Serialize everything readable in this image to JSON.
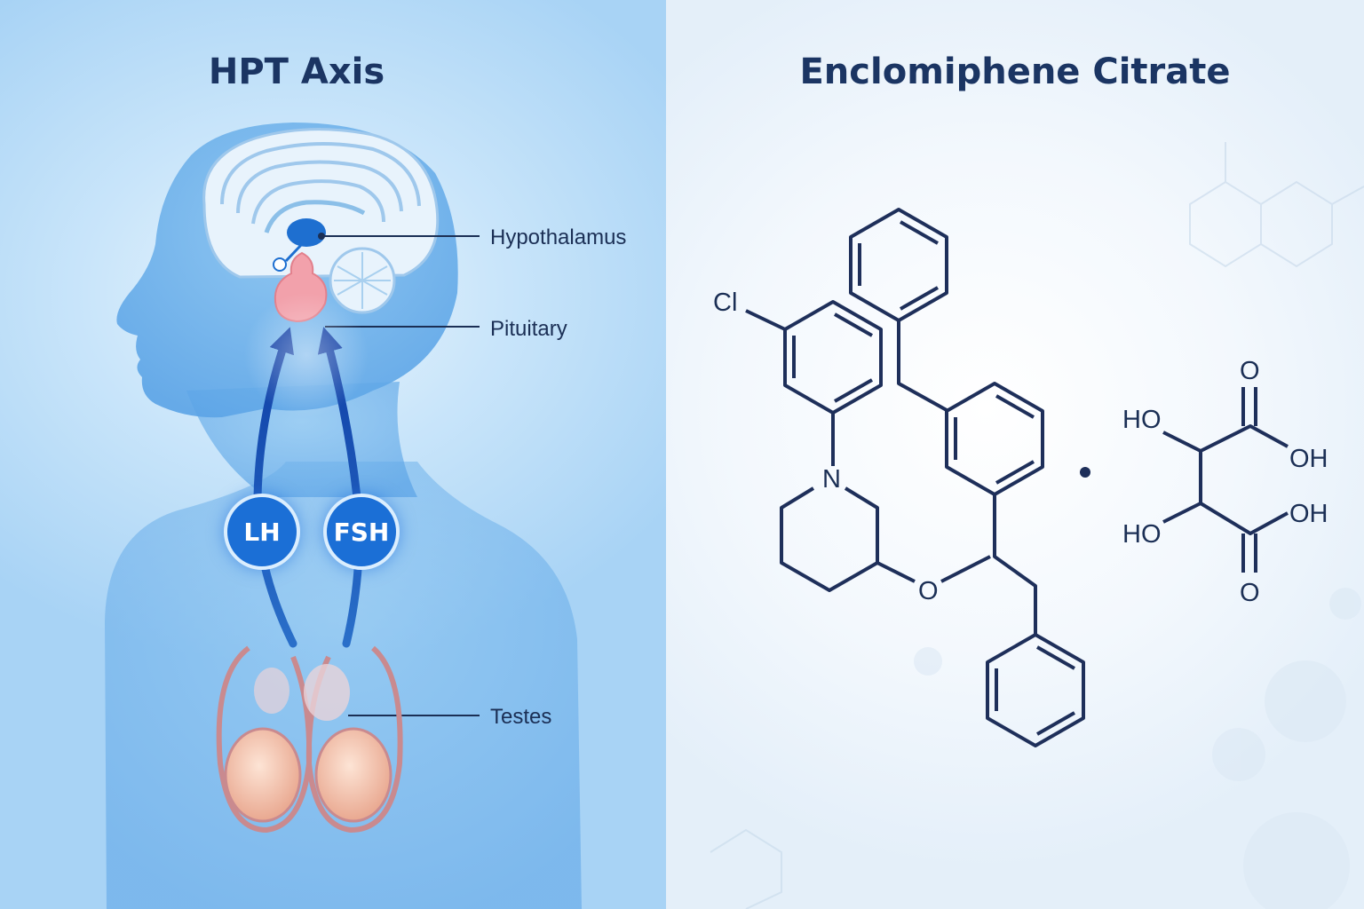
{
  "left": {
    "title": "HPT Axis",
    "labels": {
      "hypothalamus": "Hypothalamus",
      "pituitary": "Pituitary",
      "testes": "Testes"
    },
    "hormones": [
      "LH",
      "FSH"
    ]
  },
  "right": {
    "title": "Enclomiphene Citrate",
    "atoms": {
      "cl": "Cl",
      "n": "N",
      "o": "O",
      "ho_top": "HO",
      "ho_bottom": "HO",
      "oh_top": "OH",
      "oh_bottom": "OH",
      "o_top": "O",
      "o_bottom": "O"
    },
    "separator": "•"
  },
  "colors": {
    "title": "#1b3563",
    "structure_line": "#1e2f5a",
    "hormone_fill": "#1b6fd6",
    "arrow": "#1552b8",
    "pituitary": "#f2a1ab",
    "testes": "#f6c7b4"
  }
}
